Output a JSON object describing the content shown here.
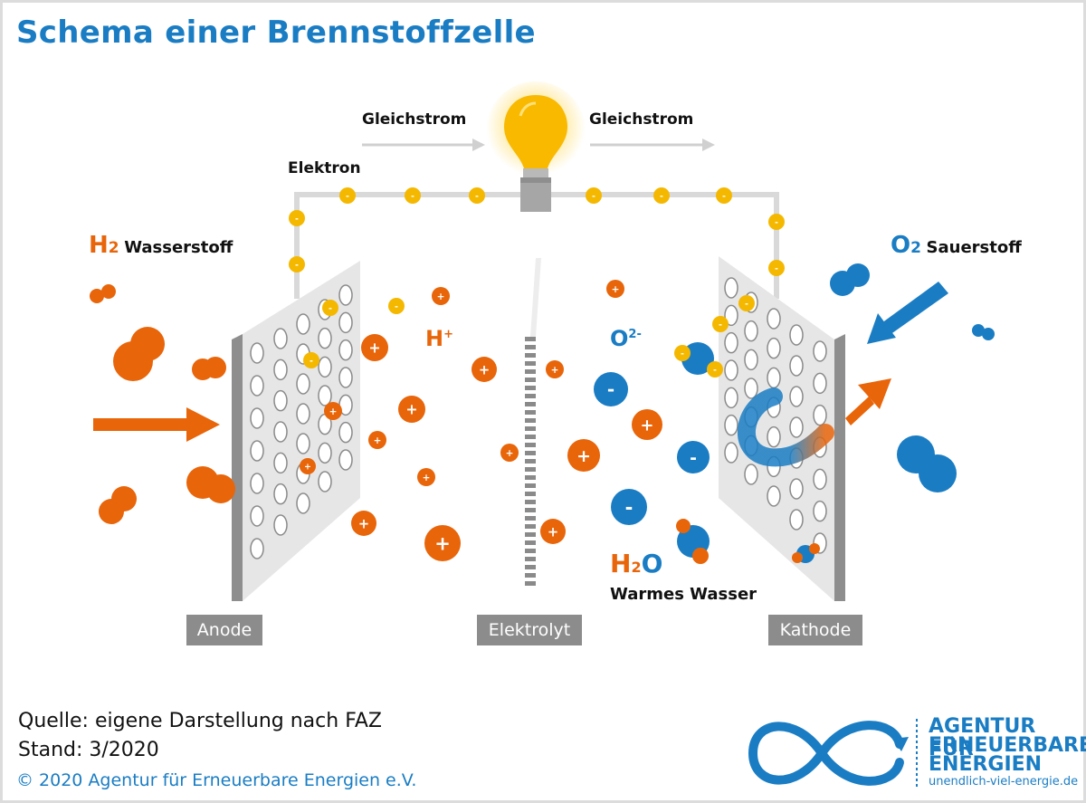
{
  "title": "Schema einer Brennstoffzelle",
  "labels": {
    "dc_left": "Gleichstrom",
    "dc_right": "Gleichstrom",
    "electron": "Elektron",
    "h2_formula_main": "H",
    "h2_formula_sub": "2",
    "h2_name": "Wasserstoff",
    "o2_formula_main": "O",
    "o2_formula_sub": "2",
    "o2_name": "Sauerstoff",
    "h_plus_main": "H",
    "h_plus_sup": "+",
    "o2minus_main": "O",
    "o2minus_sup": "2-",
    "h2o_a": "H",
    "h2o_sub": "2",
    "h2o_b": "O",
    "warm_water": "Warmes Wasser",
    "anode": "Anode",
    "electrolyte": "Elektrolyt",
    "cathode": "Kathode",
    "plus_sign": "+",
    "minus_sign": "-"
  },
  "footer": {
    "source": "Quelle: eigene Darstellung nach FAZ",
    "date": "Stand: 3/2020",
    "copyright": "© 2020 Agentur für Erneuerbare Energien e.V."
  },
  "logo": {
    "line1": "AGENTUR FÜR",
    "line2": "ERNEUERBARE",
    "line3": "ENERGIEN",
    "url": "unendlich-viel-energie.de"
  },
  "colors": {
    "orange": "#e8650a",
    "blue": "#1a7dc4",
    "yellow": "#f5b800",
    "gray": "#8c8c8c",
    "plate": "#e6e6e6"
  },
  "icons": [
    "light-bulb-icon",
    "infinity-logo-icon",
    "arrow-icon"
  ]
}
